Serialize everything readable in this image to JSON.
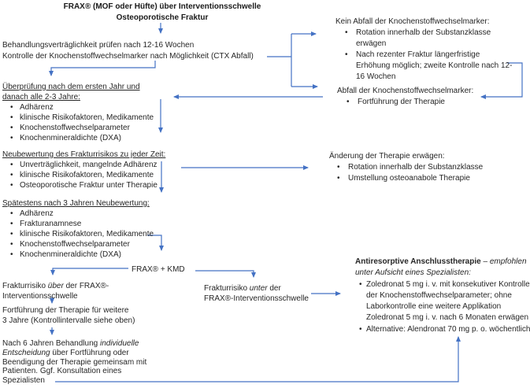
{
  "colors": {
    "arrow": "#4472c4",
    "text": "#262626"
  },
  "title": {
    "lines": [
      "FRAX® (MOF oder Hüfte) über Interventionsschwelle",
      "Osteoporotische Fraktur"
    ]
  },
  "left": {
    "tolerability": {
      "lines": [
        "Behandlungsverträglichkeit prüfen nach 12-16 Wochen",
        "Kontrolle der Knochenstoffwechselmarker nach Möglichkeit (CTX Abfall)"
      ]
    },
    "review_year1": {
      "heading_lines": [
        "Überprüfung nach dem ersten Jahr und",
        "danach alle 2-3 Jahre:"
      ],
      "bullets": [
        "Adhärenz",
        "klinische Risikofaktoren, Medikamente",
        "Knochenstoffwechselparameter",
        "Knochenmineraldichte (DXA)"
      ]
    },
    "reassess_anytime": {
      "heading": "Neubewertung des Frakturrisikos zu jeder Zeit:",
      "bullets": [
        "Unverträglichkeit, mangelnde Adhärenz",
        "klinische Risikofaktoren, Medikamente",
        "Osteoporotische Fraktur unter Therapie"
      ]
    },
    "reassess_3y": {
      "heading": "Spätestens nach 3 Jahren Neubewertung:",
      "bullets": [
        "Adhärenz",
        "Frakturanamnese",
        "klinische Risikofaktoren, Medikamente",
        "Knochenstoffwechselparameter",
        "Knochenmineraldichte (DXA)"
      ]
    },
    "frax_kmd": "FRAX® + KMD",
    "risk_above": {
      "lines_rich": [
        [
          {
            "t": "Frakturrisiko "
          },
          {
            "t": "über",
            "i": true
          },
          {
            "t": " der FRAX®-"
          }
        ],
        [
          {
            "t": "Interventionsschwelle"
          }
        ]
      ]
    },
    "continue_3y": {
      "lines": [
        "Fortführung der Therapie für weitere",
        "3 Jahre (Kontrollintervalle siehe oben)"
      ]
    },
    "after_6y": {
      "lines_rich": [
        [
          {
            "t": "Nach 6 Jahren Behandlung "
          },
          {
            "t": "individuelle",
            "i": true
          }
        ],
        [
          {
            "t": "Entscheidung",
            "i": true
          },
          {
            "t": " über Fortführung oder"
          }
        ],
        [
          {
            "t": "Beendigung der Therapie gemeinsam mit"
          }
        ],
        [
          {
            "t": "Patienten. Ggf. Konsultation eines"
          }
        ],
        [
          {
            "t": "Spezialisten"
          }
        ]
      ]
    }
  },
  "middle": {
    "risk_below": {
      "lines_rich": [
        [
          {
            "t": "Frakturrisiko "
          },
          {
            "t": "unter",
            "i": true
          },
          {
            "t": " der"
          }
        ],
        [
          {
            "t": "FRAX®-Interventionsschwelle"
          }
        ]
      ]
    }
  },
  "right": {
    "no_marker_drop": {
      "heading": "Kein Abfall der Knochenstoffwechselmarker:",
      "bullets": [
        [
          "Rotation innerhalb der Substanzklasse",
          "erwägen"
        ],
        [
          "Nach rezenter Fraktur längerfristige",
          "Erhöhung möglich; zweite Kontrolle nach 12-",
          "16 Wochen"
        ]
      ]
    },
    "marker_drop": {
      "heading": "Abfall der Knochenstoffwechselmarker:",
      "bullets": [
        [
          "Fortführung der Therapie"
        ]
      ]
    },
    "therapy_change": {
      "heading": "Änderung der Therapie erwägen:",
      "bullets": [
        [
          "Rotation innerhalb der Substanzklasse"
        ],
        [
          "Umstellung osteoanabole Therapie"
        ]
      ]
    },
    "antiresorptive": {
      "heading_rich": [
        [
          {
            "t": "Antiresorptive Anschlusstherapie",
            "b": true
          },
          {
            "t": " – "
          },
          {
            "t": "empfohlen",
            "i": true
          }
        ],
        [
          {
            "t": "unter Aufsicht eines Spezialisten:",
            "i": true
          }
        ]
      ],
      "bullets": [
        [
          "Zoledronat 5 mg i. v. mit konsekutiver Kontrolle",
          "der Knochenstoffwechselparameter; ohne",
          "Laborkontrolle eine weitere Applikation",
          "Zoledronat 5 mg i. v. nach 6 Monaten erwägen"
        ],
        [
          "Alternative: Alendronat 70 mg p. o. wöchentlich"
        ]
      ]
    }
  }
}
